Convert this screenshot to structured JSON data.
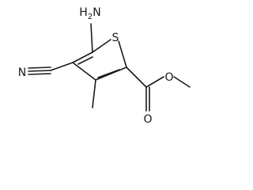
{
  "molecule": {
    "atoms": {
      "amino": "H2N",
      "sulfur": "S",
      "nitrile_n": "N",
      "carbonyl_o": "O",
      "ester_o": "O"
    },
    "colors": {
      "ink": "#1a1a1a",
      "background": "#ffffff"
    }
  }
}
